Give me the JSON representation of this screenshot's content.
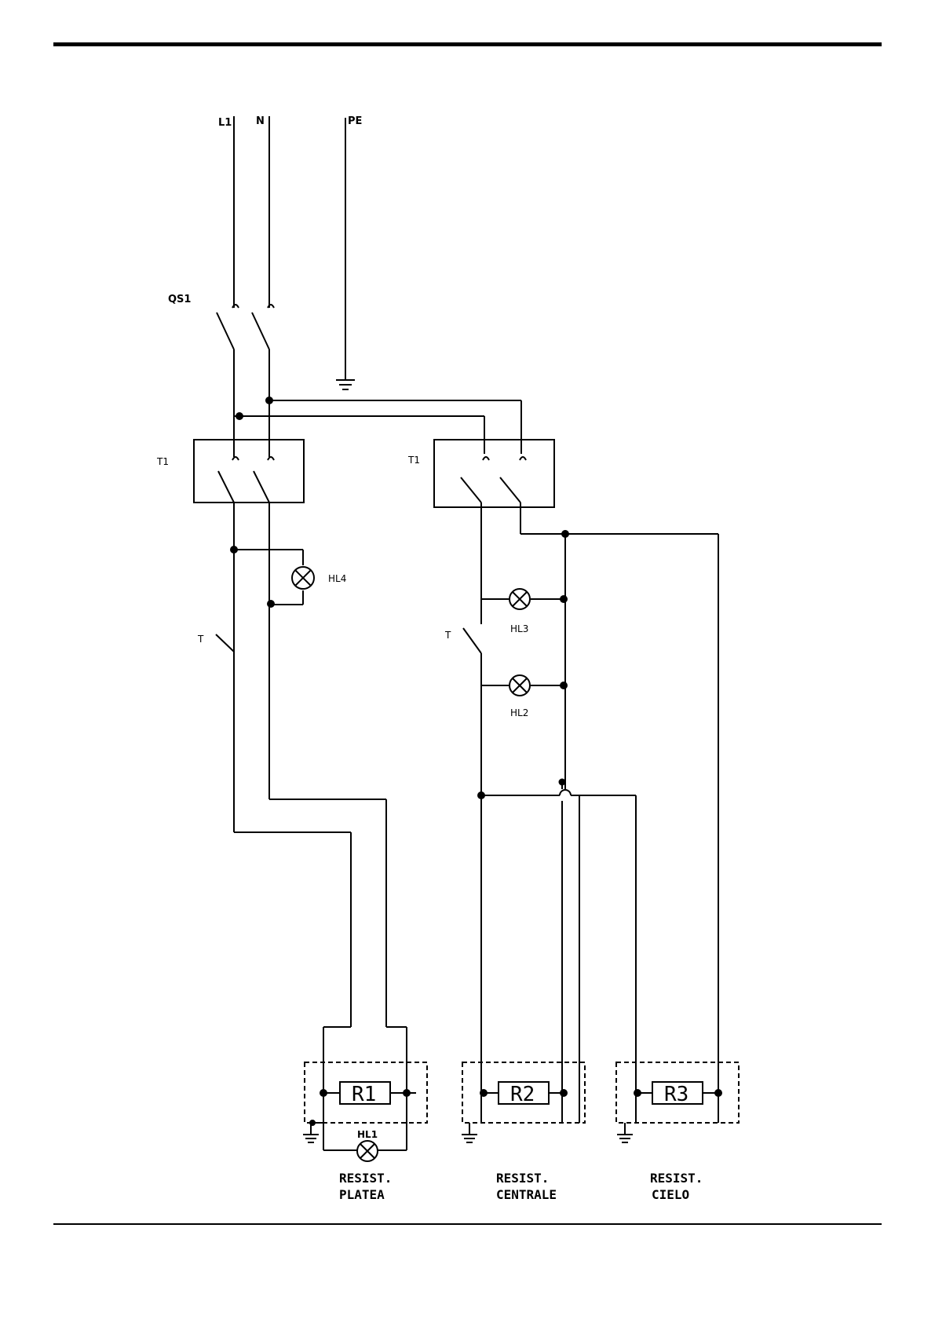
{
  "labels": {
    "l1": "L1",
    "n": "N",
    "pe": "PE",
    "qs1": "QS1",
    "t1_left": "T1",
    "t1_right": "T1",
    "t_left": "T",
    "t_right": "T",
    "hl4": "HL4",
    "hl3": "HL3",
    "hl2": "HL2",
    "hl1": "HL1",
    "r1": "R1",
    "r2": "R2",
    "r3": "R3"
  },
  "captions": {
    "platea_line1": "RESIST.",
    "platea_line2": "PLATEA",
    "centrale_line1": "RESIST.",
    "centrale_line2": "CENTRALE",
    "cielo_line1": "RESIST.",
    "cielo_line2": "CIELO"
  },
  "colors": {
    "line": "#000000",
    "background": "#ffffff"
  }
}
